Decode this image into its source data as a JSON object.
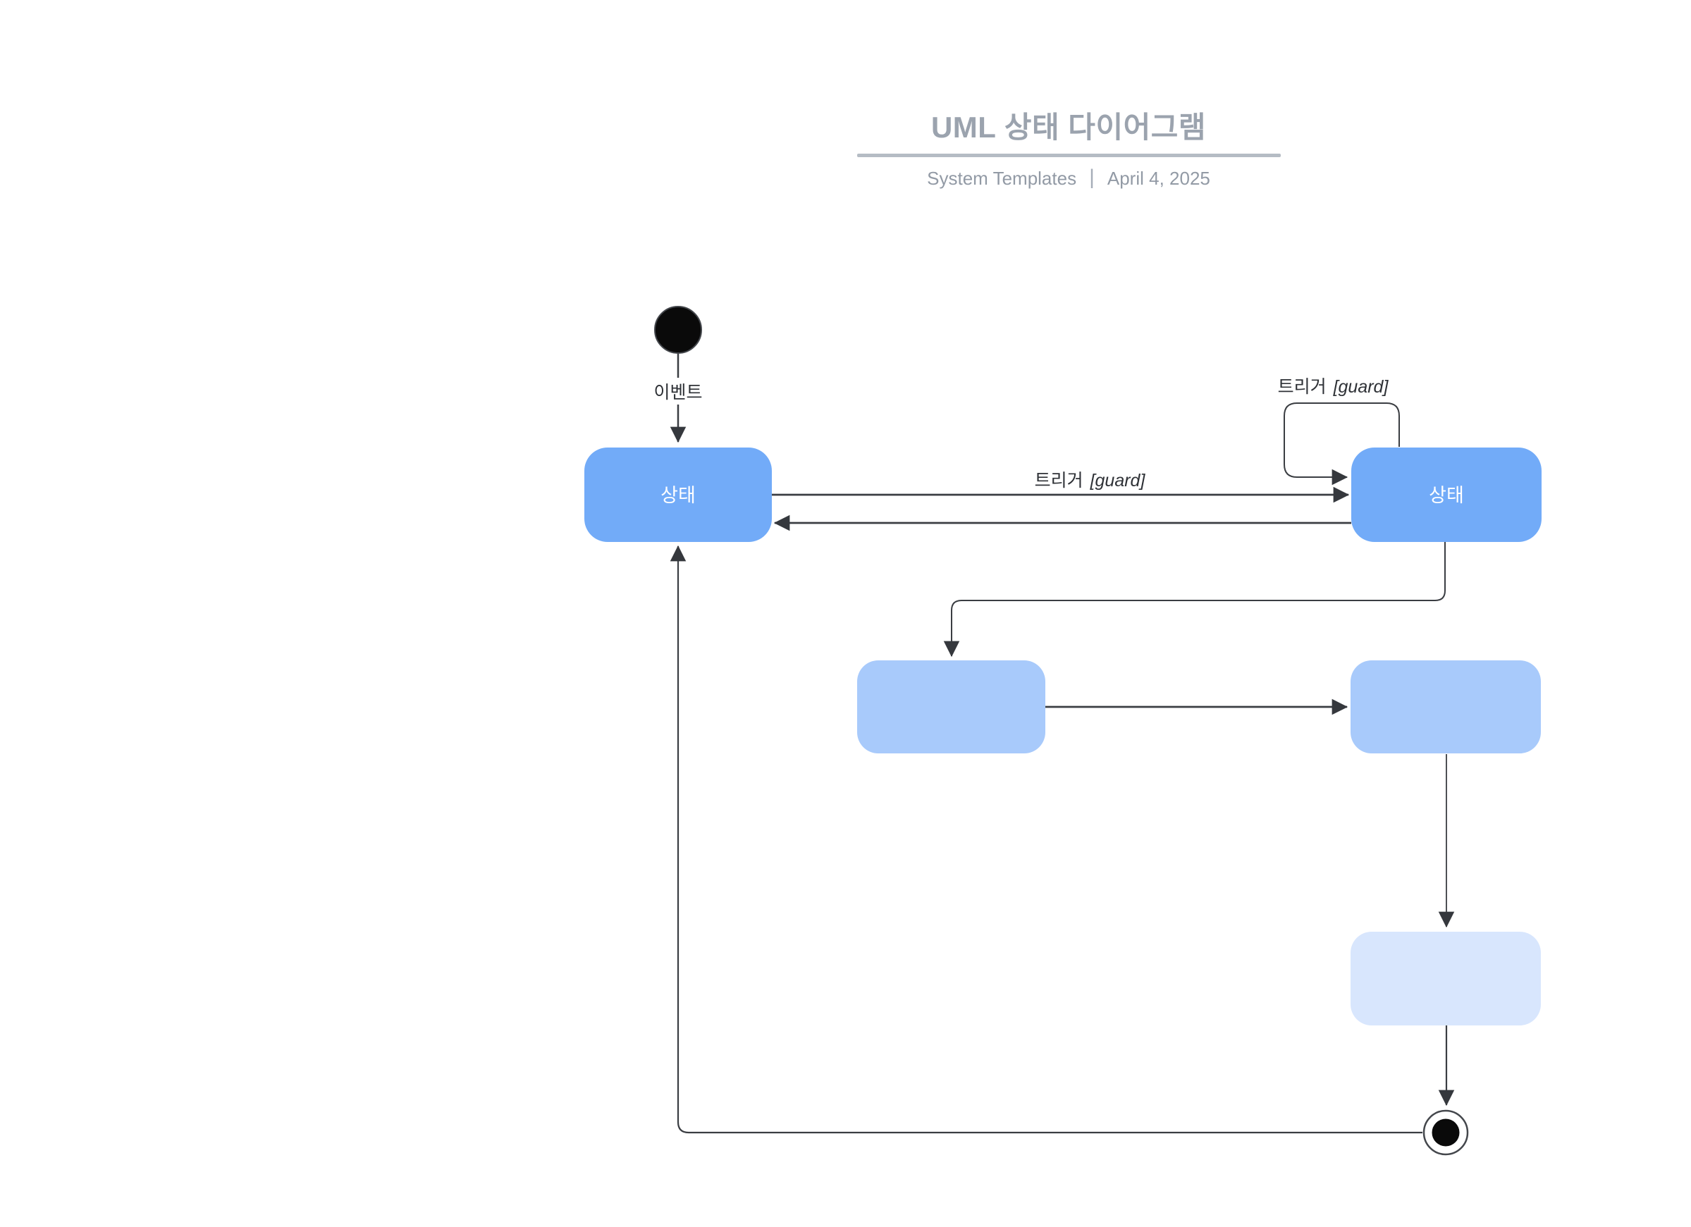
{
  "header": {
    "title": "UML 상태 다이어그램",
    "subtitle_left": "System Templates",
    "subtitle_divider": "|",
    "subtitle_right": "April 4, 2025"
  },
  "diagram": {
    "type": "uml-state-diagram",
    "colors": {
      "state_primary": "#72ABF8",
      "state_secondary": "#A8CAFB",
      "state_tertiary": "#D8E6FD",
      "edge": "#3A3D42",
      "state_label_text": "#FFFFFF",
      "edge_label_text": "#2E3136",
      "title_text": "#9BA3AE",
      "title_underline": "#B5BCC4"
    },
    "nodes": [
      {
        "id": "initial",
        "type": "initial-state",
        "label": ""
      },
      {
        "id": "state-1",
        "type": "state",
        "label": "상태"
      },
      {
        "id": "state-2",
        "type": "state",
        "label": "상태"
      },
      {
        "id": "state-3",
        "type": "state",
        "label": ""
      },
      {
        "id": "state-4",
        "type": "state",
        "label": ""
      },
      {
        "id": "state-5",
        "type": "state",
        "label": ""
      },
      {
        "id": "final",
        "type": "final-state",
        "label": ""
      }
    ],
    "edges": [
      {
        "from": "initial",
        "to": "state-1",
        "label": "이벤트"
      },
      {
        "from": "state-1",
        "to": "state-2",
        "label": "트리거 [guard]"
      },
      {
        "from": "state-2",
        "to": "state-1",
        "label": ""
      },
      {
        "from": "state-2",
        "to": "state-2",
        "label": "트리거 [guard]"
      },
      {
        "from": "state-2",
        "to": "state-3",
        "label": ""
      },
      {
        "from": "state-3",
        "to": "state-4",
        "label": ""
      },
      {
        "from": "state-4",
        "to": "state-5",
        "label": ""
      },
      {
        "from": "state-5",
        "to": "final",
        "label": ""
      },
      {
        "from": "final",
        "to": "state-1",
        "label": ""
      }
    ],
    "labels": {
      "event": "이벤트",
      "trigger": "트리거",
      "guard": "[guard]"
    }
  }
}
